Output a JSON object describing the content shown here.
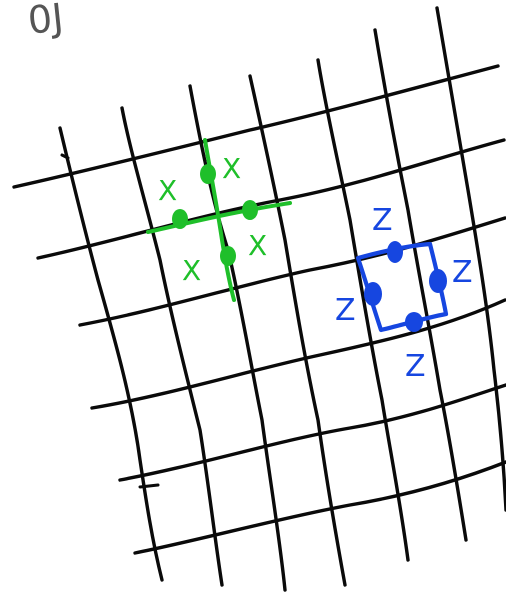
{
  "corner_text": "0J",
  "colors": {
    "background": "#ffffff",
    "grid_line": "#0a0a0a",
    "x_group": "#1fbf2a",
    "z_group": "#1646e0"
  },
  "x_group": {
    "labels": [
      "X",
      "X",
      "X",
      "X"
    ]
  },
  "z_group": {
    "labels": [
      "Z",
      "Z",
      "Z",
      "Z"
    ]
  }
}
